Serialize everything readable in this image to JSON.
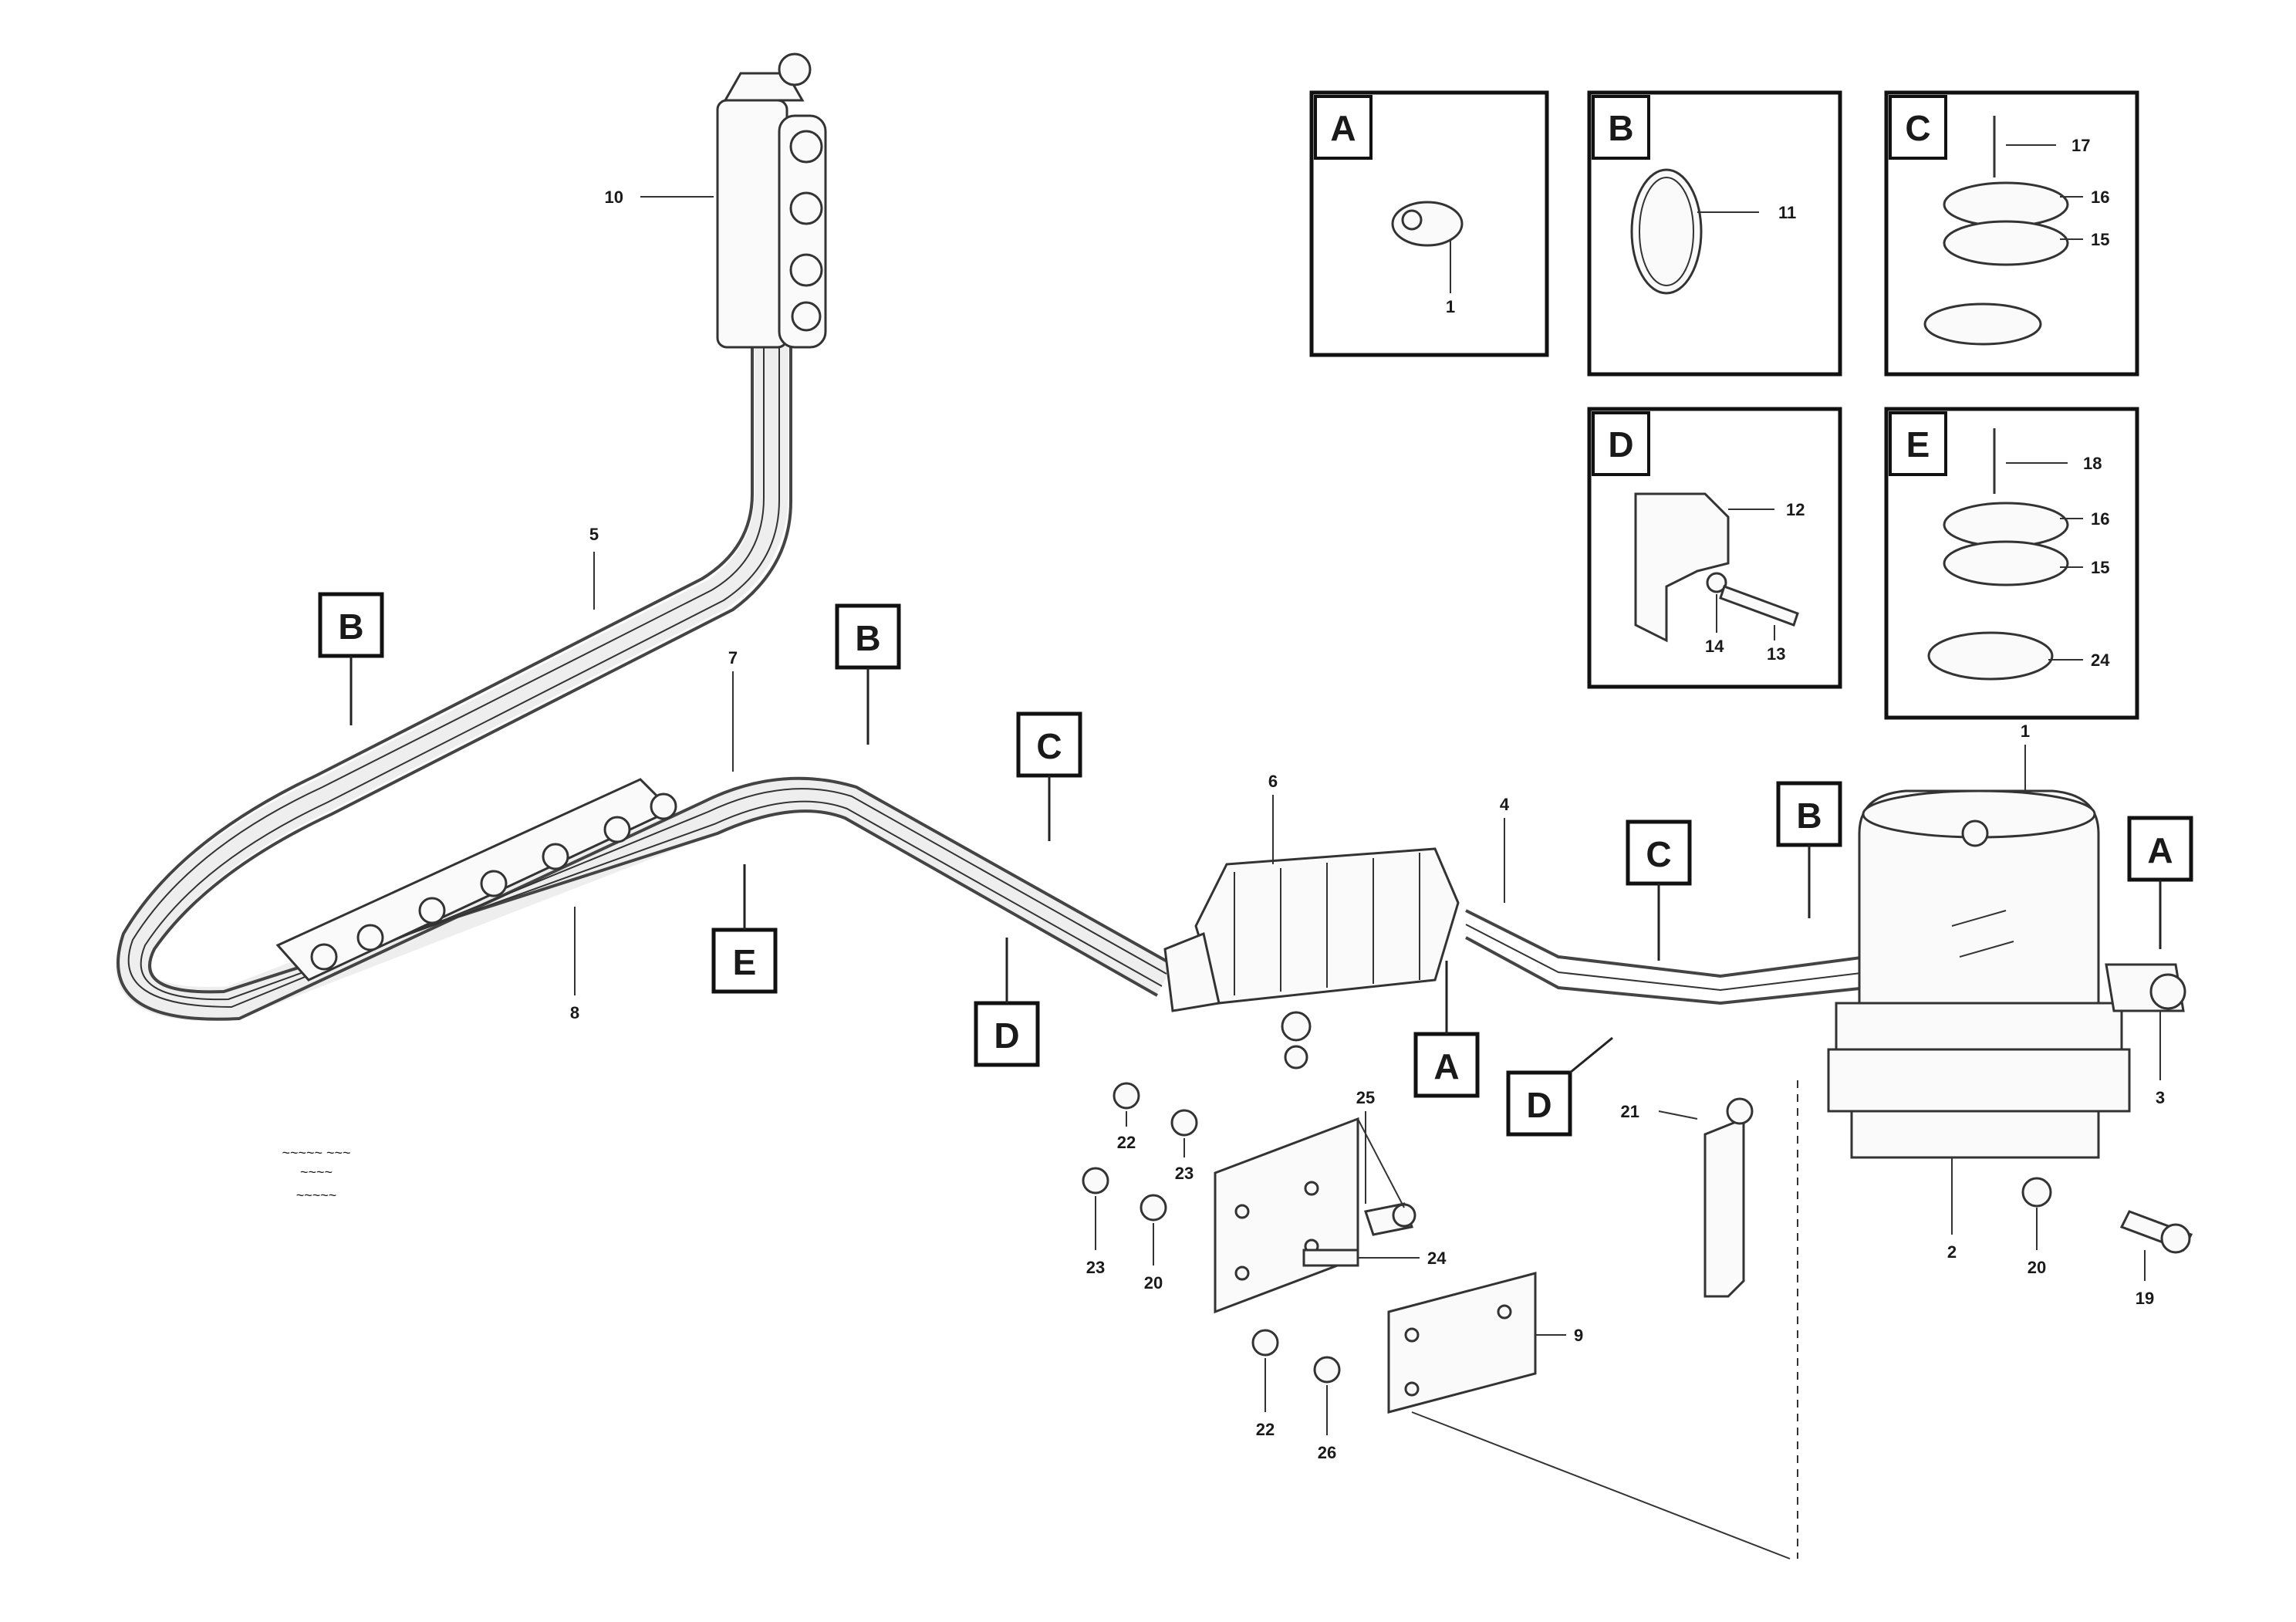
{
  "callouts": [
    "A",
    "B",
    "C",
    "D",
    "E"
  ],
  "insets": [
    {
      "letter": "A",
      "labels": [
        "1"
      ]
    },
    {
      "letter": "B",
      "labels": [
        "11"
      ]
    },
    {
      "letter": "C",
      "labels": [
        "17",
        "16",
        "15"
      ]
    },
    {
      "letter": "D",
      "labels": [
        "12",
        "14",
        "13"
      ]
    },
    {
      "letter": "E",
      "labels": [
        "18",
        "16",
        "15",
        "24"
      ]
    }
  ],
  "part_numbers": {
    "n10": "10",
    "n5": "5",
    "n7": "7",
    "n8": "8",
    "n6": "6",
    "n4": "4",
    "n1": "1",
    "n3": "3",
    "n2": "2",
    "n19": "19",
    "n20": "20",
    "n21": "21",
    "n22": "22",
    "n23": "23",
    "n25": "25",
    "n26": "26",
    "n9": "9",
    "n24": "24"
  },
  "reference": {
    "line1": "~~~~~ ~~~",
    "line2": "~~~~",
    "line3": "~~~~~"
  }
}
